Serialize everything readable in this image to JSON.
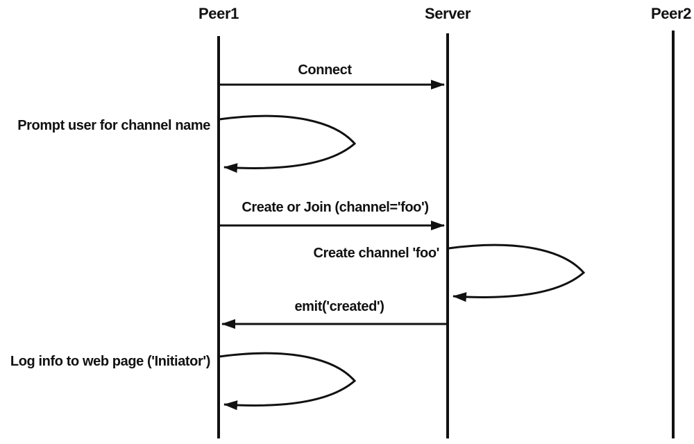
{
  "diagram": {
    "type": "sequence-diagram",
    "colors": {
      "line": "#111111",
      "text": "#111111",
      "background": "#ffffff"
    },
    "actors": [
      {
        "id": "peer1",
        "label": "Peer1"
      },
      {
        "id": "server",
        "label": "Server"
      },
      {
        "id": "peer2",
        "label": "Peer2"
      }
    ],
    "messages": [
      {
        "kind": "message",
        "from": "Peer1",
        "to": "Server",
        "label": "Connect"
      },
      {
        "kind": "self",
        "actor": "Peer1",
        "label": "Prompt user for channel name"
      },
      {
        "kind": "message",
        "from": "Peer1",
        "to": "Server",
        "label": "Create or Join (channel='foo')"
      },
      {
        "kind": "self",
        "actor": "Server",
        "label": "Create channel 'foo'"
      },
      {
        "kind": "message",
        "from": "Server",
        "to": "Peer1",
        "label": "emit('created')"
      },
      {
        "kind": "self",
        "actor": "Peer1",
        "label": "Log info to web page ('Initiator')"
      }
    ]
  }
}
